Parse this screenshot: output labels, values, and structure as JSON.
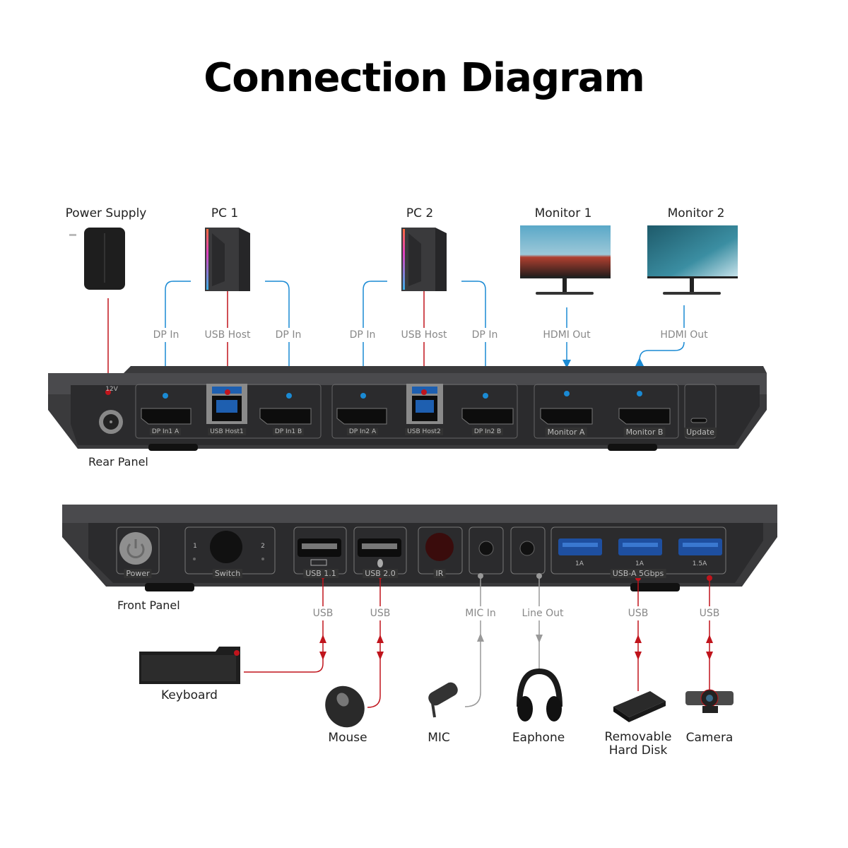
{
  "title": "Connection Diagram",
  "colors": {
    "usb_line": "#c0141c",
    "video_line": "#1a8ad4",
    "audio_line": "#999999",
    "device_body": "#2f2f31"
  },
  "rear": {
    "panel_label": "Rear Panel",
    "devices": [
      {
        "name": "Power Supply"
      },
      {
        "name": "PC 1"
      },
      {
        "name": "PC 2"
      },
      {
        "name": "Monitor 1"
      },
      {
        "name": "Monitor 2"
      }
    ],
    "connections": [
      {
        "label": "DP In"
      },
      {
        "label": "USB Host"
      },
      {
        "label": "DP In"
      },
      {
        "label": "DP In"
      },
      {
        "label": "USB Host"
      },
      {
        "label": "DP In"
      },
      {
        "label": "HDMI Out"
      },
      {
        "label": "HDMI Out"
      }
    ],
    "ports": [
      {
        "label": "DP In1 A"
      },
      {
        "label": "USB Host1"
      },
      {
        "label": "DP In1 B"
      },
      {
        "label": "DP In2 A"
      },
      {
        "label": "USB Host2"
      },
      {
        "label": "DP In2 B"
      },
      {
        "label": "Monitor A"
      },
      {
        "label": "Monitor B"
      },
      {
        "label": "Update"
      }
    ],
    "power_rating": "12V"
  },
  "front": {
    "panel_label": "Front Panel",
    "ports": [
      {
        "label": "Power"
      },
      {
        "label": "Switch"
      },
      {
        "label": "USB 1.1"
      },
      {
        "label": "USB 2.0"
      },
      {
        "label": "IR"
      },
      {
        "label": "USB-A 5Gbps"
      }
    ],
    "switch_positions": [
      "1",
      "2"
    ],
    "usb_a_currents": [
      "1A",
      "1A",
      "1.5A"
    ],
    "connections": [
      {
        "label": "USB"
      },
      {
        "label": "USB"
      },
      {
        "label": "MIC In"
      },
      {
        "label": "Line Out"
      },
      {
        "label": "USB"
      },
      {
        "label": "USB"
      }
    ],
    "devices": [
      {
        "name": "Keyboard"
      },
      {
        "name": "Mouse"
      },
      {
        "name": "MIC"
      },
      {
        "name": "Eaphone"
      },
      {
        "name": "Removable Hard Disk"
      },
      {
        "name": "Camera"
      }
    ]
  }
}
